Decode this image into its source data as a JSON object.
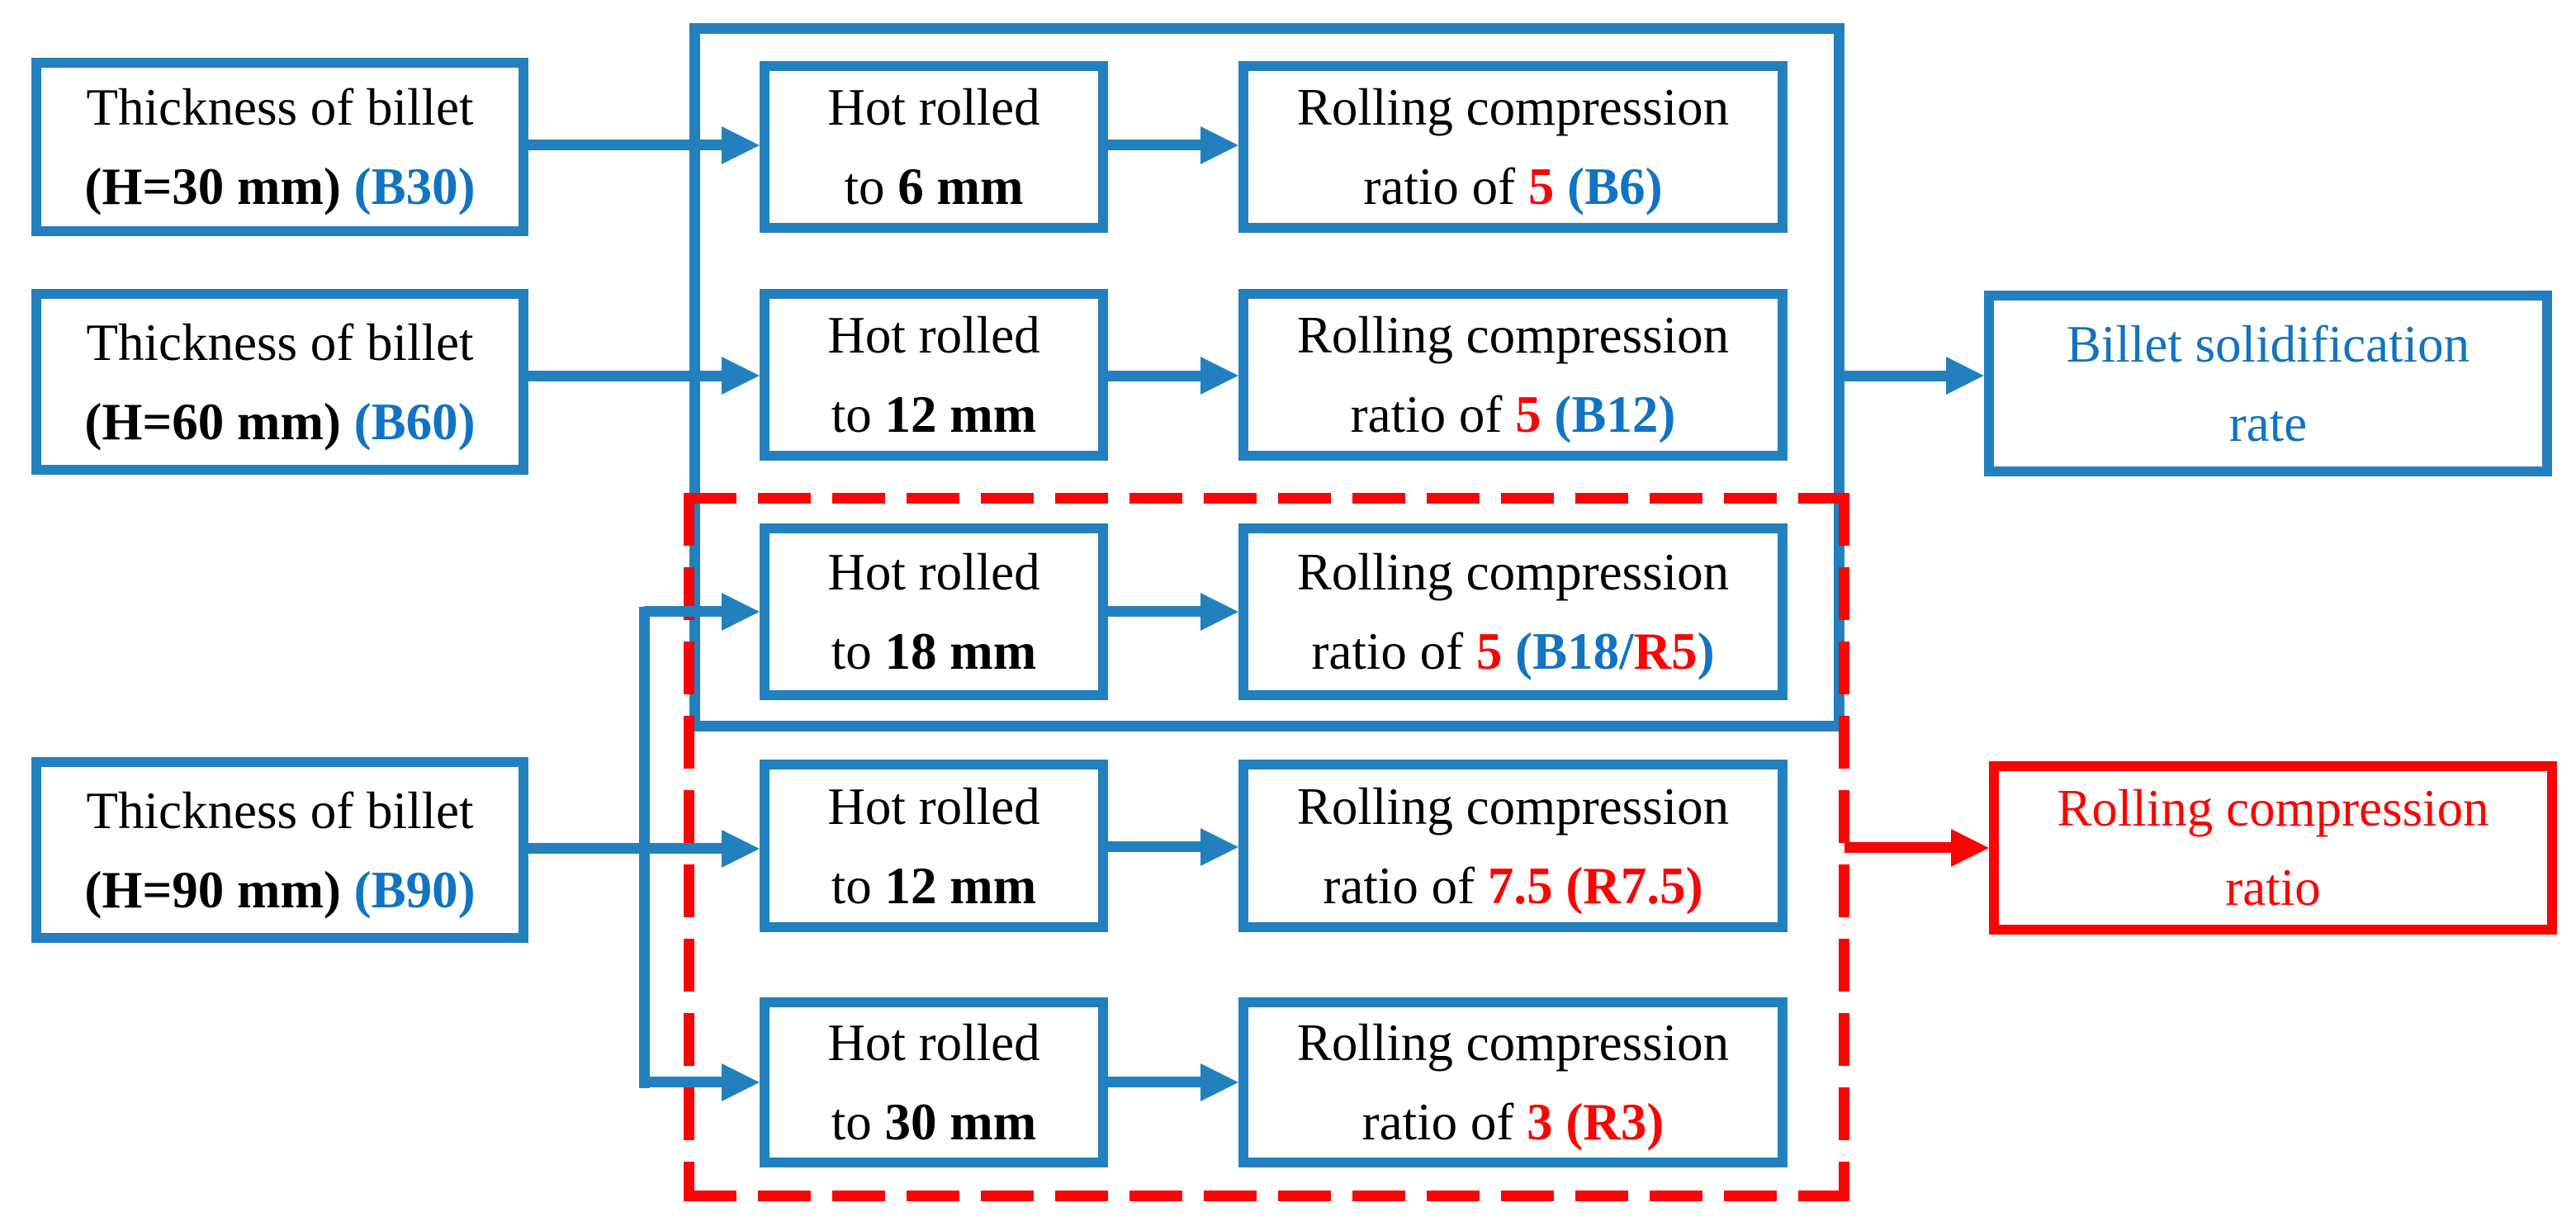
{
  "colors": {
    "blue": "#2380BE",
    "blue_text": "#1173C4",
    "red": "#F90505",
    "black": "#000000"
  },
  "billet_boxes": [
    {
      "id": "B30",
      "line1": "Thickness of billet",
      "line2": [
        {
          "t": "(H=30 mm)",
          "c": "#000000",
          "b": true
        },
        {
          "t": " ",
          "c": "#000000",
          "b": false
        },
        {
          "t": "(B30)",
          "c": "#1173C4",
          "b": true
        }
      ]
    },
    {
      "id": "B60",
      "line1": "Thickness of billet",
      "line2": [
        {
          "t": "(H=60 mm)",
          "c": "#000000",
          "b": true
        },
        {
          "t": " ",
          "c": "#000000",
          "b": false
        },
        {
          "t": "(B60)",
          "c": "#1173C4",
          "b": true
        }
      ]
    },
    {
      "id": "B90",
      "line1": "Thickness of billet",
      "line2": [
        {
          "t": "(H=90 mm)",
          "c": "#000000",
          "b": true
        },
        {
          "t": " ",
          "c": "#000000",
          "b": false
        },
        {
          "t": "(B90)",
          "c": "#1173C4",
          "b": true
        }
      ]
    }
  ],
  "rows": [
    {
      "id": "B6",
      "hot_line1": "Hot rolled",
      "hot_line2": [
        {
          "t": "to ",
          "c": "#000000",
          "b": false
        },
        {
          "t": "6 mm",
          "c": "#000000",
          "b": true
        }
      ],
      "ratio_line1": "Rolling compression",
      "ratio_line2": [
        {
          "t": "ratio of ",
          "c": "#000000",
          "b": false
        },
        {
          "t": "5",
          "c": "#F90505",
          "b": true
        },
        {
          "t": " ",
          "c": "#000000",
          "b": false
        },
        {
          "t": "(B6)",
          "c": "#1173C4",
          "b": true
        }
      ]
    },
    {
      "id": "B12",
      "hot_line1": "Hot rolled",
      "hot_line2": [
        {
          "t": "to ",
          "c": "#000000",
          "b": false
        },
        {
          "t": "12 mm",
          "c": "#000000",
          "b": true
        }
      ],
      "ratio_line1": "Rolling compression",
      "ratio_line2": [
        {
          "t": "ratio of ",
          "c": "#000000",
          "b": false
        },
        {
          "t": "5",
          "c": "#F90505",
          "b": true
        },
        {
          "t": " ",
          "c": "#000000",
          "b": false
        },
        {
          "t": "(B12)",
          "c": "#1173C4",
          "b": true
        }
      ]
    },
    {
      "id": "B18/R5",
      "hot_line1": "Hot rolled",
      "hot_line2": [
        {
          "t": "to ",
          "c": "#000000",
          "b": false
        },
        {
          "t": "18 mm",
          "c": "#000000",
          "b": true
        }
      ],
      "ratio_line1": "Rolling compression",
      "ratio_line2": [
        {
          "t": "ratio of ",
          "c": "#000000",
          "b": false
        },
        {
          "t": "5",
          "c": "#F90505",
          "b": true
        },
        {
          "t": " ",
          "c": "#000000",
          "b": false
        },
        {
          "t": "(B18/",
          "c": "#1173C4",
          "b": true
        },
        {
          "t": "R5",
          "c": "#F90505",
          "b": true
        },
        {
          "t": ")",
          "c": "#1173C4",
          "b": true
        }
      ]
    },
    {
      "id": "R7.5",
      "hot_line1": "Hot rolled",
      "hot_line2": [
        {
          "t": "to ",
          "c": "#000000",
          "b": false
        },
        {
          "t": "12 mm",
          "c": "#000000",
          "b": true
        }
      ],
      "ratio_line1": "Rolling compression",
      "ratio_line2": [
        {
          "t": "ratio of ",
          "c": "#000000",
          "b": false
        },
        {
          "t": "7.5 (R7.5)",
          "c": "#F90505",
          "b": true
        }
      ]
    },
    {
      "id": "R3",
      "hot_line1": "Hot rolled",
      "hot_line2": [
        {
          "t": "to ",
          "c": "#000000",
          "b": false
        },
        {
          "t": "30 mm",
          "c": "#000000",
          "b": true
        }
      ],
      "ratio_line1": "Rolling compression",
      "ratio_line2": [
        {
          "t": "ratio of ",
          "c": "#000000",
          "b": false
        },
        {
          "t": "3 (R3)",
          "c": "#F90505",
          "b": true
        }
      ]
    }
  ],
  "outputs": {
    "solidification": {
      "line1": "Billet solidification",
      "line2": "rate"
    },
    "compression": {
      "line1": "Rolling compression",
      "line2": "ratio"
    }
  }
}
